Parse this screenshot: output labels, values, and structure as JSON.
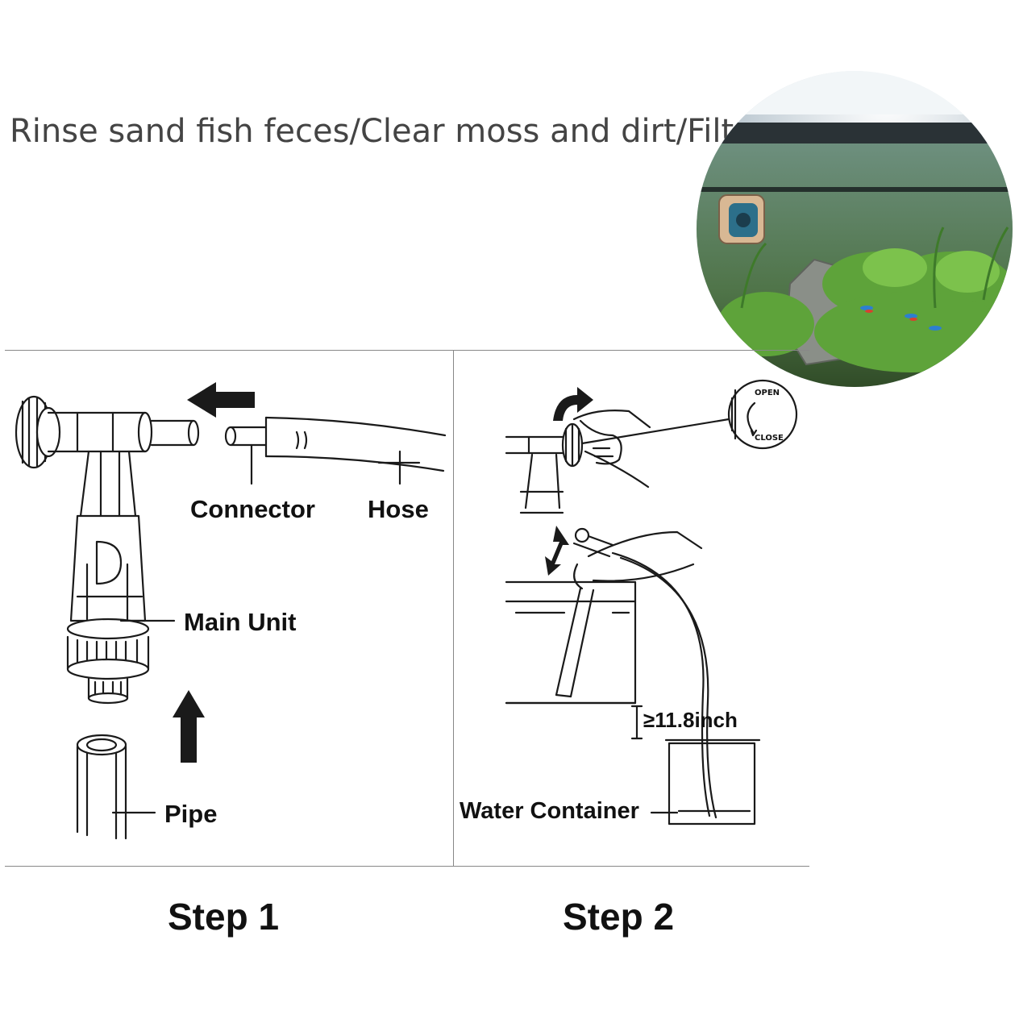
{
  "headline": "Rinse sand  fish feces/Clear moss and dirt/Filter",
  "step1": {
    "labels": {
      "connector": "Connector",
      "hose": "Hose",
      "main_unit": "Main Unit",
      "pipe": "Pipe"
    },
    "caption": "Step 1"
  },
  "step2": {
    "dial": {
      "open": "OPEN",
      "close": "CLOSE"
    },
    "height_note": "≥11.8inch",
    "water_container": "Water Container",
    "caption": "Step 2"
  },
  "colors": {
    "line": "#1a1a1a",
    "divider": "#888888",
    "headline_text": "#444444",
    "tank_water": "#3f6a3a",
    "light_glow": "#e8eef2"
  },
  "icons": [
    "left-arrow-icon",
    "up-arrow-icon",
    "curved-arrow-icon",
    "double-arrow-icon"
  ]
}
